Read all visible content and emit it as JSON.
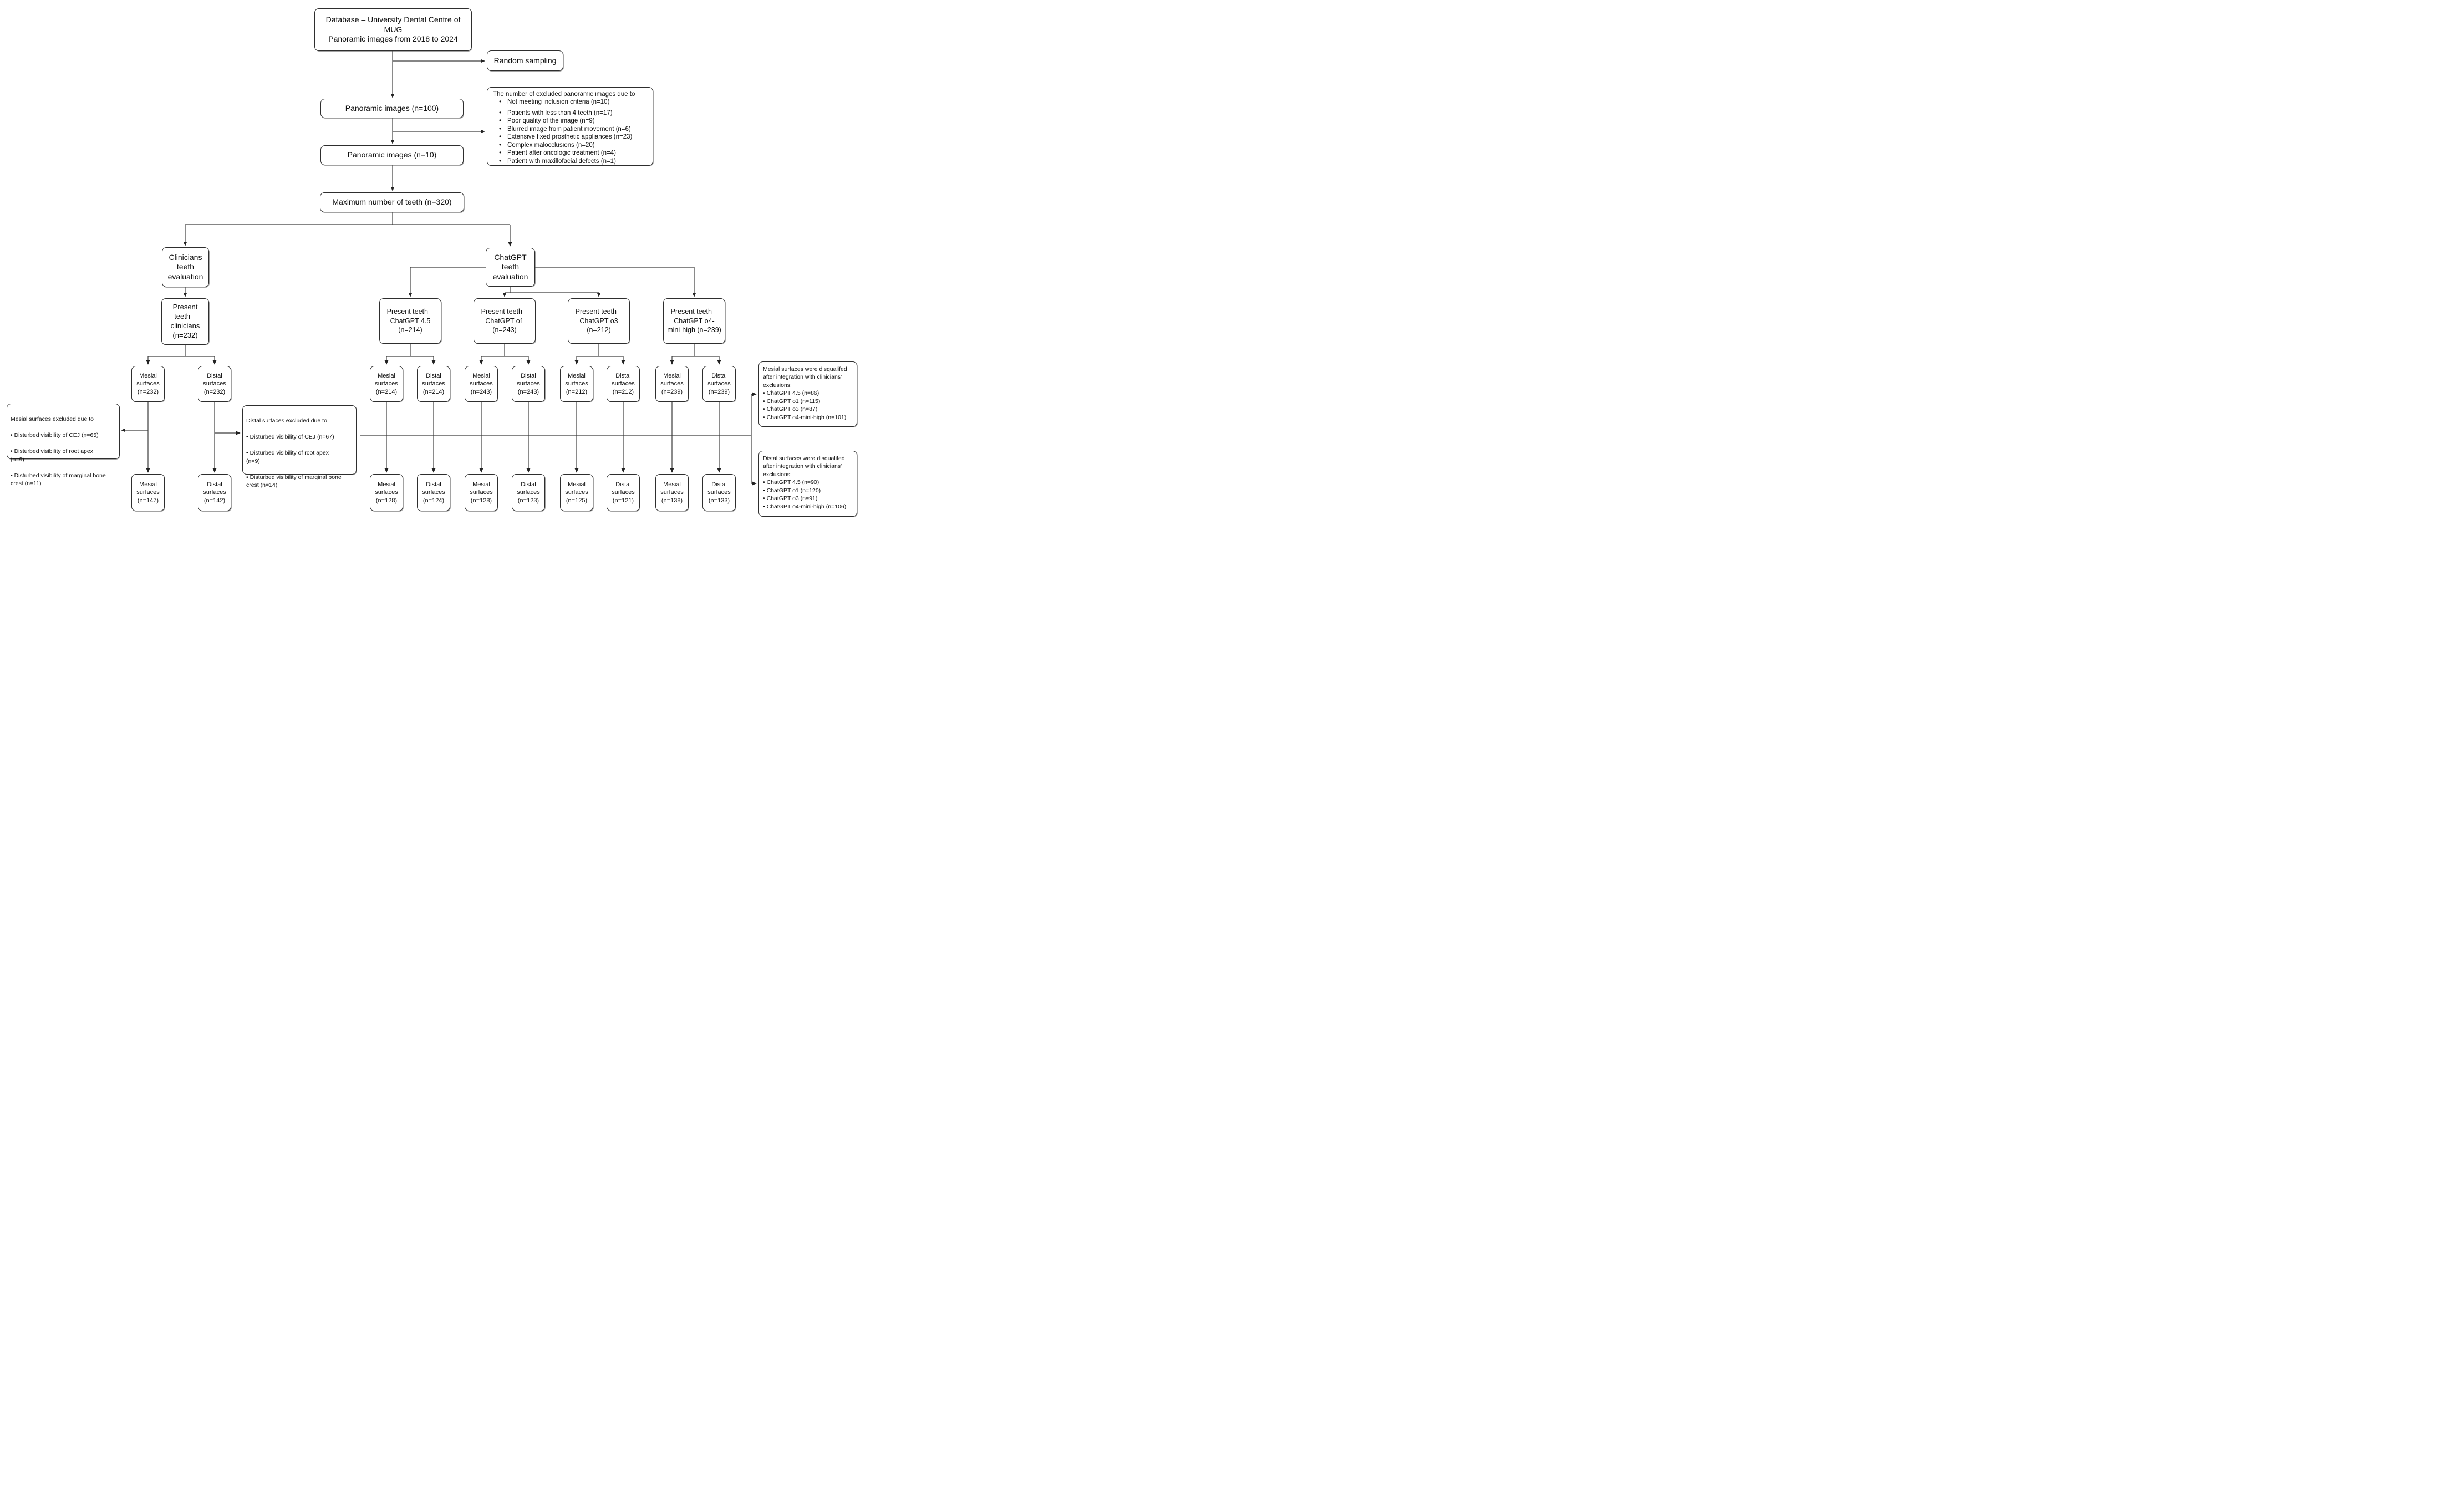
{
  "diagram": {
    "source": {
      "database": "Database – University Dental Centre of MUG\nPanoramic images from 2018 to 2024",
      "random_sampling": "Random sampling",
      "panoramic_sampled": "Panoramic images (n=100)",
      "panoramic_included": "Panoramic images (n=10)",
      "max_teeth": "Maximum number of teeth (n=320)",
      "excluded_images": {
        "header": "The number of excluded panoramic images due to",
        "items": [
          "Not meeting inclusion criteria (n=10)",
          "Patients with less than 4 teeth (n=17)",
          "Poor quality of the image (n=9)",
          "Blurred image from patient movement (n=6)",
          "Extensive fixed prosthetic appliances (n=23)",
          "Complex malocclusions (n=20)",
          "Patient after oncologic treatment (n=4)",
          "Patient with maxillofacial defects (n=1)"
        ]
      }
    },
    "clinicians": {
      "evaluation": "Clinicians\nteeth\nevaluation",
      "present_teeth": "Present\nteeth –\nclinicians\n(n=232)",
      "mesial_surfaces": "Mesial\nsurfaces\n(n=232)",
      "distal_surfaces": "Distal\nsurfaces\n(n=232)",
      "mesial_surfaces_final": "Mesial\nsurfaces\n(n=147)",
      "distal_surfaces_final": "Distal\nsurfaces\n(n=142)",
      "mesial_excluded": {
        "header": "Mesial surfaces excluded due to",
        "items": [
          "Disturbed visibility of CEJ (n=65)",
          "Disturbed visibility of root apex\n(n=9)",
          "Disturbed visibility of marginal bone\ncrest (n=11)"
        ]
      },
      "distal_excluded": {
        "header": "Distal surfaces excluded due to",
        "items": [
          "Disturbed visibility of CEJ (n=67)",
          "Disturbed visibility of root apex\n(n=9)",
          "Disturbed visibility of marginal bone\ncrest (n=14)"
        ]
      }
    },
    "chatgpt": {
      "evaluation": "ChatGPT\nteeth\nevaluation",
      "models": [
        {
          "present_teeth": "Present teeth –\nChatGPT 4.5\n(n=214)",
          "mesial_surfaces": "Mesial\nsurfaces\n(n=214)",
          "distal_surfaces": "Distal\nsurfaces\n(n=214)",
          "mesial_surfaces_final": "Mesial\nsurfaces\n(n=128)",
          "distal_surfaces_final": "Distal\nsurfaces\n(n=124)"
        },
        {
          "present_teeth": "Present teeth –\nChatGPT o1\n(n=243)",
          "mesial_surfaces": "Mesial\nsurfaces\n(n=243)",
          "distal_surfaces": "Distal\nsurfaces\n(n=243)",
          "mesial_surfaces_final": "Mesial\nsurfaces\n(n=128)",
          "distal_surfaces_final": "Distal\nsurfaces\n(n=123)"
        },
        {
          "present_teeth": "Present teeth –\nChatGPT o3\n(n=212)",
          "mesial_surfaces": "Mesial\nsurfaces\n(n=212)",
          "distal_surfaces": "Distal\nsurfaces\n(n=212)",
          "mesial_surfaces_final": "Mesial\nsurfaces\n(n=125)",
          "distal_surfaces_final": "Distal\nsurfaces\n(n=121)"
        },
        {
          "present_teeth": "Present teeth –\nChatGPT o4-\nmini-high (n=239)",
          "mesial_surfaces": "Mesial\nsurfaces\n(n=239)",
          "distal_surfaces": "Distal\nsurfaces\n(n=239)",
          "mesial_surfaces_final": "Mesial\nsurfaces\n(n=138)",
          "distal_surfaces_final": "Distal\nsurfaces\n(n=133)"
        }
      ],
      "mesial_disqualified": {
        "header": "Mesial surfaces were disqualifed\nafter integration with clinicians'\nexclusions:",
        "items": [
          "ChatGPT 4.5 (n=86)",
          "ChatGPT o1 (n=115)",
          "ChatGPT o3 (n=87)",
          "ChatGPT o4-mini-high (n=101)"
        ]
      },
      "distal_disqualified": {
        "header": "Distal surfaces were disqualifed\nafter integration with clinicians'\nexclusions:",
        "items": [
          "ChatGPT 4.5 (n=90)",
          "ChatGPT o1 (n=120)",
          "ChatGPT o3 (n=91)",
          "ChatGPT o4-mini-high (n=106)"
        ]
      }
    }
  }
}
